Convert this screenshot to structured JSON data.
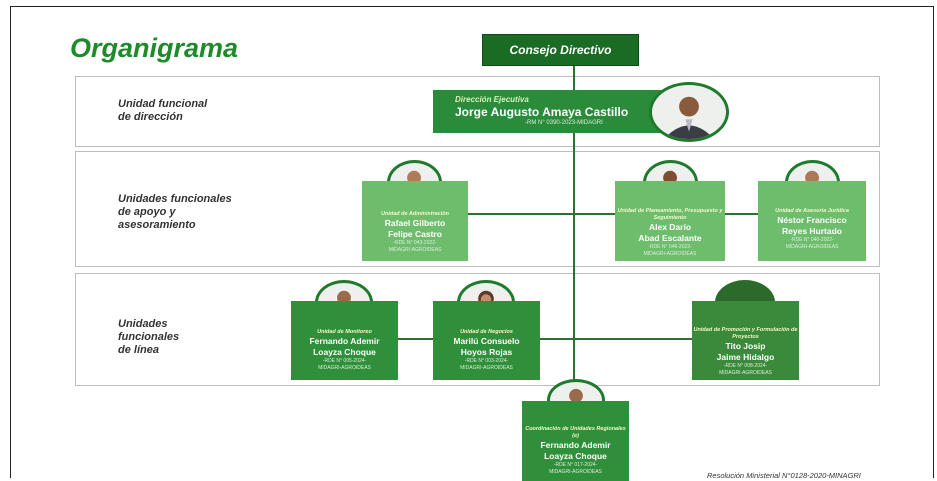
{
  "title": "Organigrama",
  "footer": "Resolución Ministerial N°0128-2020-MINAGRI",
  "council": {
    "label": "Consejo Directivo"
  },
  "bands": [
    {
      "label_lines": [
        "Unidad funcional",
        "de dirección"
      ]
    },
    {
      "label_lines": [
        "Unidades funcionales",
        "de apoyo y",
        "asesoramiento"
      ]
    },
    {
      "label_lines": [
        "Unidades",
        "funcionales",
        "de línea"
      ]
    }
  ],
  "executive": {
    "role": "Dirección Ejecutiva",
    "name": "Jorge Augusto Amaya Castillo",
    "resolution": "-RM N° 0390-2023-MIDAGRI",
    "avatar_icon": "person-photo-icon"
  },
  "support_units": [
    {
      "role": "Unidad de Administración",
      "name_lines": [
        "Rafael Gilberto",
        "Felipe Castro"
      ],
      "res_lines": [
        "-RDE N° 043-2022-",
        "MIDAGRI-AGROIDEAS"
      ]
    },
    {
      "role": "Unidad de Planeamiento, Presupuesto y Seguimiento",
      "name_lines": [
        "Alex Darío",
        "Abad Escalante"
      ],
      "res_lines": [
        "-RDE N° 046-2023-",
        "MIDAGRI-AGROIDEAS"
      ]
    },
    {
      "role": "Unidad de Asesoría Jurídica",
      "name_lines": [
        "Néstor Francisco",
        "Reyes Hurtado"
      ],
      "res_lines": [
        "-RDE N° 040-2022-",
        "MIDAGRI-AGROIDEAS"
      ]
    }
  ],
  "line_units": [
    {
      "role": "Unidad de Monitoreo",
      "name_lines": [
        "Fernando Ademir",
        "Loayza Choque"
      ],
      "res_lines": [
        "-RDE N° 005-2024-",
        "MIDAGRI-AGROIDEAS"
      ]
    },
    {
      "role": "Unidad de Negocios",
      "name_lines": [
        "Marilú Consuelo",
        "Hoyos Rojas"
      ],
      "res_lines": [
        "-RDE N° 003-2024-",
        "MIDAGRI-AGROIDEAS"
      ]
    },
    {
      "role": "Unidad de Promoción y Formulación de Proyectos",
      "name_lines": [
        "Tito Josip",
        "Jaime Hidalgo"
      ],
      "res_lines": [
        "-RDE N° 008-2024-",
        "MIDAGRI-AGROIDEAS"
      ]
    }
  ],
  "regional": {
    "role": "Coordinación de Unidades Regionales (e)",
    "name_lines": [
      "Fernando Ademir",
      "Loayza Choque"
    ],
    "res_lines": [
      "-RDE N° 017-2024-",
      "MIDAGRI-AGROIDEAS"
    ]
  },
  "colors": {
    "brand_green": "#1f8a2a",
    "dark_green": "#1a6b24",
    "light_green": "#6dbd6d"
  }
}
